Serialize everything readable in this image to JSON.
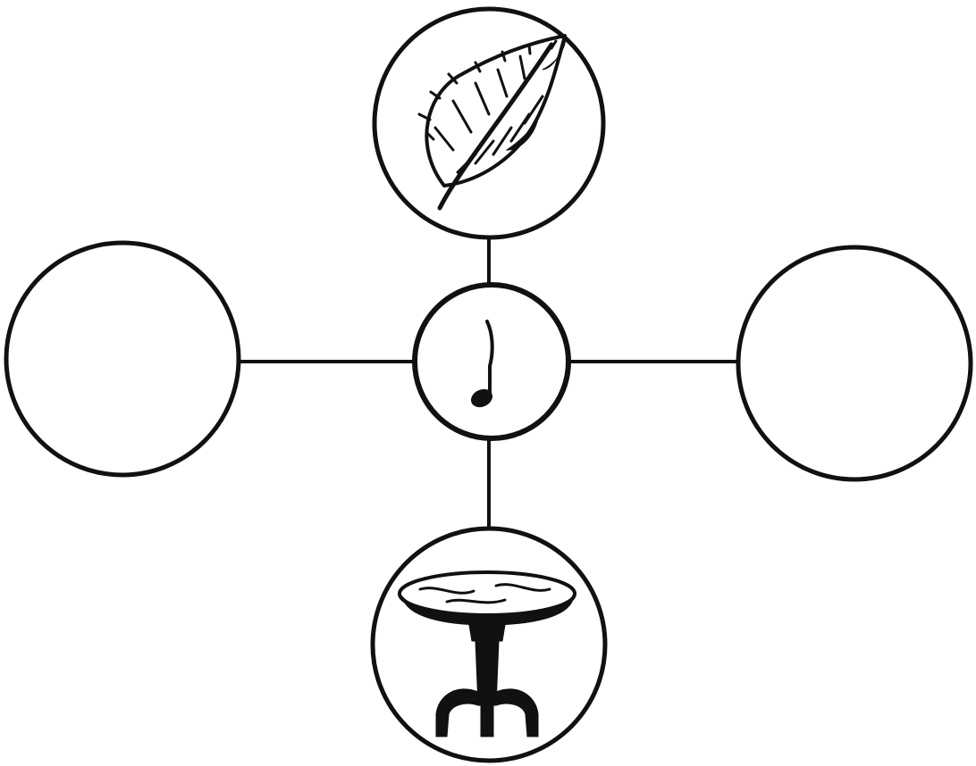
{
  "diagram": {
    "type": "semantic-web",
    "center": {
      "icon": "music-note-icon"
    },
    "nodes": [
      {
        "position": "top",
        "icon": "leaf-icon",
        "empty": false
      },
      {
        "position": "left",
        "icon": "",
        "empty": true
      },
      {
        "position": "right",
        "icon": "",
        "empty": true
      },
      {
        "position": "bottom",
        "icon": "table-icon",
        "empty": false
      }
    ],
    "colors": {
      "ink": "#111111",
      "background": "#ffffff"
    }
  }
}
